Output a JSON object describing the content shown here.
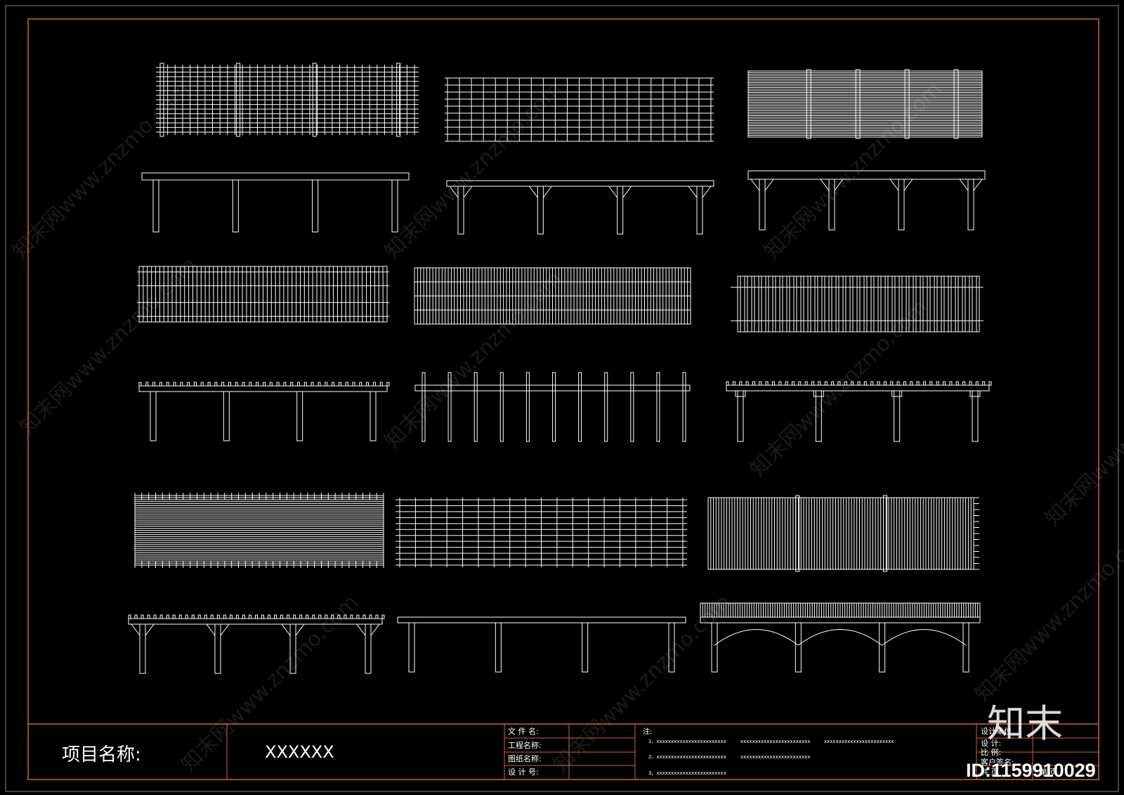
{
  "colors": {
    "background": "#000000",
    "drawing": "#ffffff",
    "frame_border": "#cc6633",
    "outer_frame": "#bbbbbb"
  },
  "title_block": {
    "project_label": "项目名称:",
    "project_value": "XXXXXX",
    "field_file_name": "文 件 名:",
    "field_project_name": "工程名称:",
    "field_drawing_name": "图纸名称:",
    "field_design_no": "设 计 号:",
    "notes_label": "注:",
    "note_1a": "1、xxxxxxxxxxxxxxxxxxxxxxxx",
    "note_1b": "xxxxxxxxxxxxxxxxxxxxxxxx",
    "note_1c": "xxxxxxxxxxxxxxxxxxxxxxxx",
    "note_2a": "2、xxxxxxxxxxxxxxxxxxxxxxxx",
    "note_2b": "xxxxxxxxxxxxxxxxxxxxxxxx",
    "note_3a": "3、xxxxxxxxxxxxxxxxxxxxxxxx",
    "right_designer": "设计单位",
    "right_design": "设 计:",
    "right_scale": "比    例:",
    "right_client": "客户签名:",
    "right_total": "共    页",
    "right_page": "第    页"
  },
  "watermark": {
    "logo_text": "知末",
    "id_text": "ID:1159910029",
    "site_text": "知末网www.znzmo.com"
  },
  "drawings": [
    {
      "name": "pergola-1",
      "plan_style": "grid-dense-posts"
    },
    {
      "name": "pergola-2",
      "plan_style": "grid-open"
    },
    {
      "name": "pergola-3",
      "plan_style": "horizontal-slats"
    },
    {
      "name": "pergola-4",
      "plan_style": "vertical-slats-rails"
    },
    {
      "name": "pergola-5",
      "plan_style": "dense-vertical-slats"
    },
    {
      "name": "pergola-6",
      "plan_style": "picket-rails"
    },
    {
      "name": "pergola-7",
      "plan_style": "dense-horizontal"
    },
    {
      "name": "pergola-8",
      "plan_style": "ladder-grid"
    },
    {
      "name": "pergola-9",
      "plan_style": "dense-vertical-bays"
    }
  ]
}
